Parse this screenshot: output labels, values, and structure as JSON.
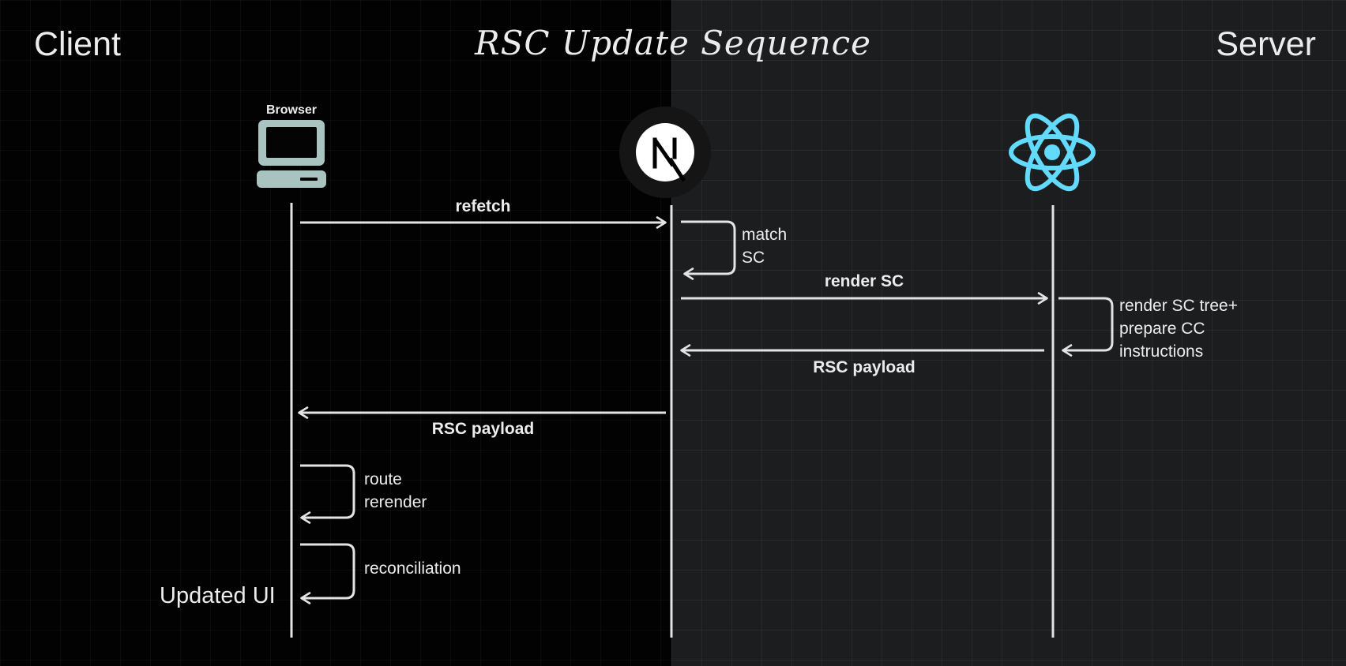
{
  "diagram": {
    "title": "RSC Update Sequence",
    "client_label": "Client",
    "server_label": "Server",
    "browser_label": "Browser",
    "participants": [
      {
        "id": "browser",
        "icon": "monitor-icon"
      },
      {
        "id": "nextjs",
        "icon": "nextjs-logo-icon"
      },
      {
        "id": "react",
        "icon": "react-logo-icon"
      }
    ],
    "messages": [
      {
        "from": "browser",
        "to": "nextjs",
        "label": "refetch"
      },
      {
        "from": "nextjs",
        "to": "nextjs",
        "label": "match\nSC"
      },
      {
        "from": "nextjs",
        "to": "react",
        "label": "render SC"
      },
      {
        "from": "react",
        "to": "react",
        "label": "render SC tree+\nprepare CC\ninstructions"
      },
      {
        "from": "react",
        "to": "nextjs",
        "label": "RSC payload"
      },
      {
        "from": "nextjs",
        "to": "browser",
        "label": "RSC payload"
      },
      {
        "from": "browser",
        "to": "browser",
        "label": "route\nrerender"
      },
      {
        "from": "browser",
        "to": "browser",
        "label": "reconciliation"
      }
    ],
    "result_label": "Updated UI"
  },
  "colors": {
    "client_bg": "#020202",
    "server_bg": "#1c1d1f",
    "line": "#e3e3e3",
    "text": "#ececec",
    "monitor": "#a9c3c0",
    "react": "#61dafb",
    "next_bg": "#ffffff",
    "next_fg": "#000000"
  }
}
